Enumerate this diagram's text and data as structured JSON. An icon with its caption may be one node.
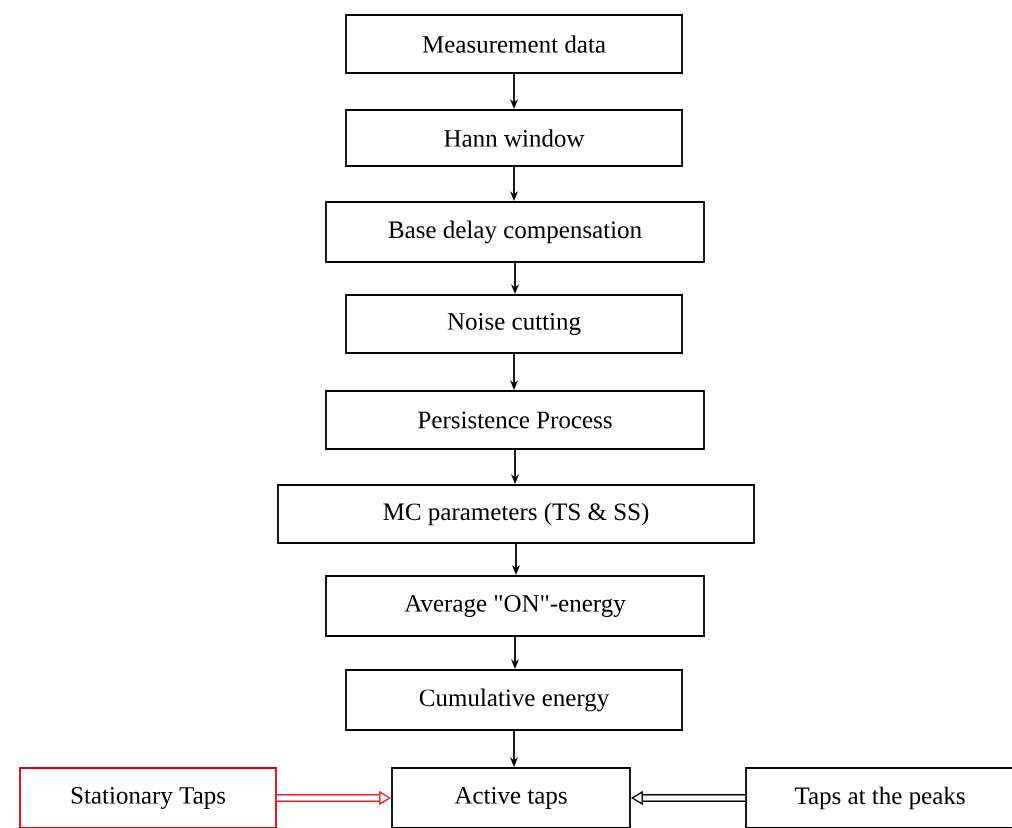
{
  "diagram": {
    "nodes": [
      {
        "text": [
          "Measurement data"
        ]
      },
      {
        "text": [
          "Hann window"
        ]
      },
      {
        "text": [
          "Base delay compensation"
        ]
      },
      {
        "text": [
          "Noise cutting"
        ]
      },
      {
        "text": [
          "Persistence Process"
        ]
      },
      {
        "text": [
          "MC parameters (TS & SS)"
        ]
      },
      {
        "text": [
          "Average \"ON\"-energy"
        ]
      },
      {
        "text": [
          "Cumulative energy"
        ]
      },
      {
        "text": [
          "Stationary Taps"
        ]
      },
      {
        "text": [
          "Active taps"
        ]
      },
      {
        "text": [
          "Taps at the peaks"
        ]
      }
    ],
    "edges": [
      {
        "from": 0,
        "to": 1,
        "arrow": "to"
      },
      {
        "from": 1,
        "to": 2,
        "arrow": "to"
      },
      {
        "from": 2,
        "to": 3,
        "arrow": "to"
      },
      {
        "from": 3,
        "to": 4,
        "arrow": "to"
      },
      {
        "from": 4,
        "to": 5,
        "arrow": "to"
      },
      {
        "from": 5,
        "to": 6,
        "arrow": "to"
      },
      {
        "from": 6,
        "to": 7,
        "arrow": "to"
      },
      {
        "from": 7,
        "to": 9,
        "arrow": "to"
      },
      {
        "from": 8,
        "to": 9,
        "arrow": "to",
        "style": "thick",
        "color": "#e02020"
      },
      {
        "from": 10,
        "to": 9,
        "arrow": "to",
        "style": "thick"
      }
    ]
  }
}
